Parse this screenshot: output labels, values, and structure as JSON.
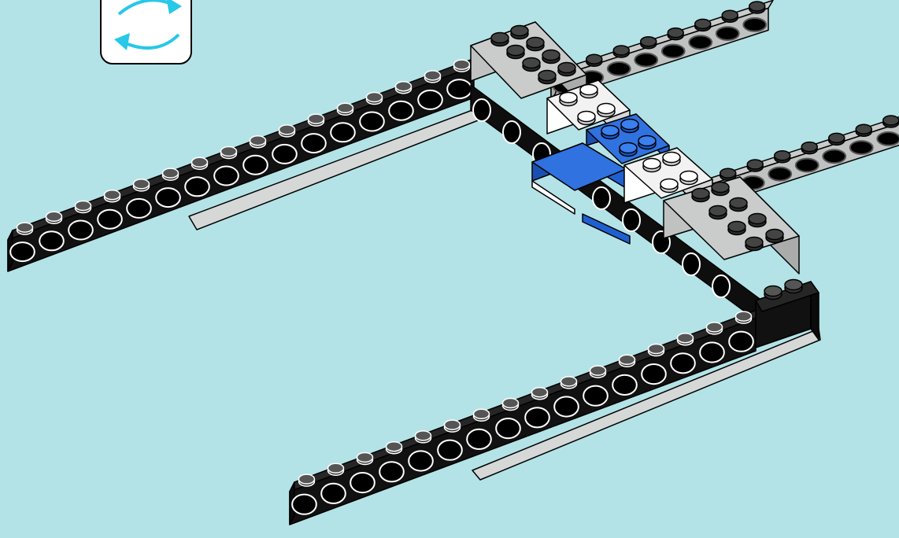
{
  "step": {
    "icon": "rotate-model-icon",
    "icon_color": "#27c8e8"
  },
  "model": {
    "parts": [
      "technic-brick-1x16-black-front",
      "technic-brick-1x16-black-left",
      "technic-brick-1x8-gray-right",
      "technic-brick-1x8-gray-back",
      "brick-2x4-gray",
      "brick-2x2-white",
      "brick-2x2-white",
      "brick-2x4-gray",
      "plate-2x2-blue",
      "tile-2x2-blue",
      "brick-1x2-black"
    ],
    "colors": {
      "background": "#b3e3e6",
      "black_part": "#0b0b0b",
      "gray_part": "#bfc2c0",
      "white_part": "#f2f2f2",
      "blue_part": "#1f5fd0",
      "outline": "#000000"
    }
  }
}
